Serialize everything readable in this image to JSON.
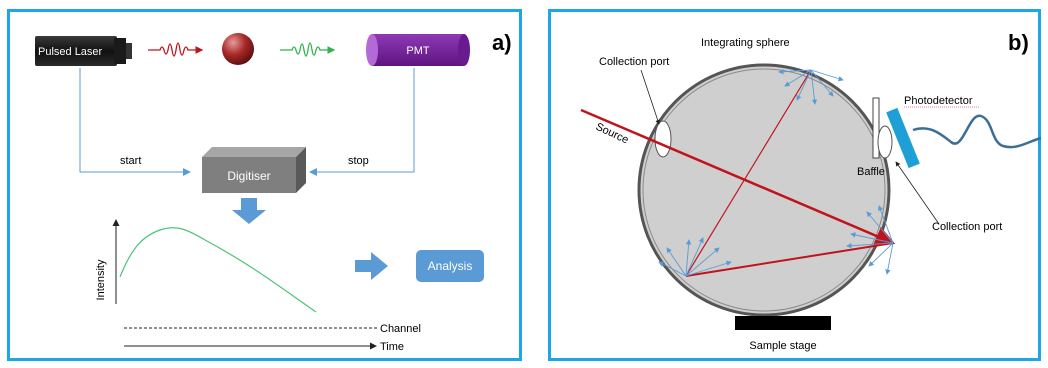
{
  "panel_a": {
    "label": "a)",
    "pulsed_laser": "Pulsed Laser",
    "pmt": "PMT",
    "start": "start",
    "stop": "stop",
    "digitiser": "Digitiser",
    "analysis": "Analysis",
    "intensity": "Intensity",
    "channel": "Channel",
    "time": "Time"
  },
  "panel_b": {
    "label": "b)",
    "integrating_sphere": "Integrating sphere",
    "collection_port_left": "Collection port",
    "collection_port_right": "Collection port",
    "photodetector": "Photodetector",
    "source": "Source",
    "baffle": "Baffle",
    "sample_stage": "Sample stage"
  },
  "colors": {
    "border": "#1ea7e8",
    "red_beam": "#c0141d",
    "blue_arrow": "#5b9bd5",
    "green_curve": "#4cc37a",
    "pmt": "#7b1fa2"
  }
}
